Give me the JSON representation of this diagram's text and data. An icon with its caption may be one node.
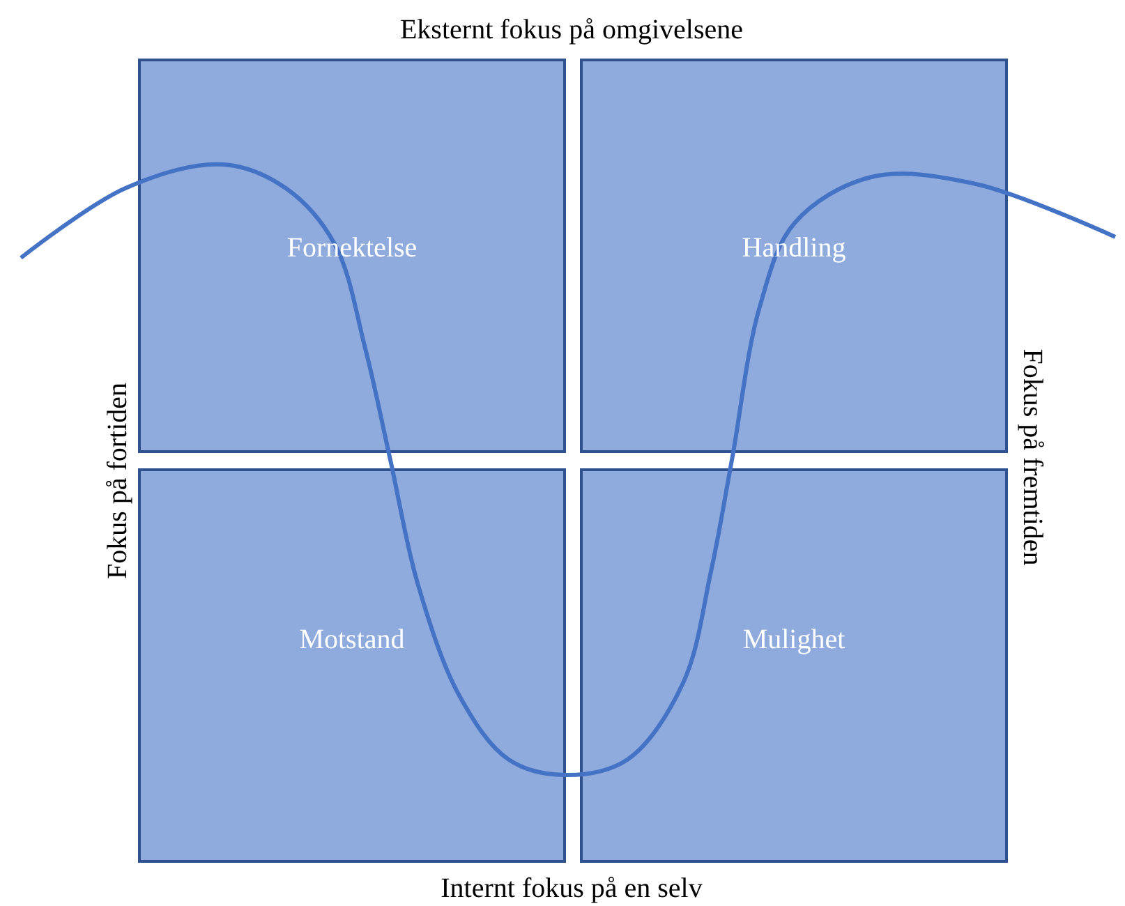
{
  "diagram": {
    "nodes": [
      {
        "text": [
          "Fornektelse"
        ]
      },
      {
        "text": [
          "Handling"
        ]
      },
      {
        "text": [
          "Motstand"
        ]
      },
      {
        "text": [
          "Mulighet"
        ]
      }
    ],
    "labels": [
      "Eksternt fokus på omgivelsene",
      "Fokus på fortiden",
      "Fokus på fremtiden",
      "Internt fokus på en selv"
    ]
  }
}
